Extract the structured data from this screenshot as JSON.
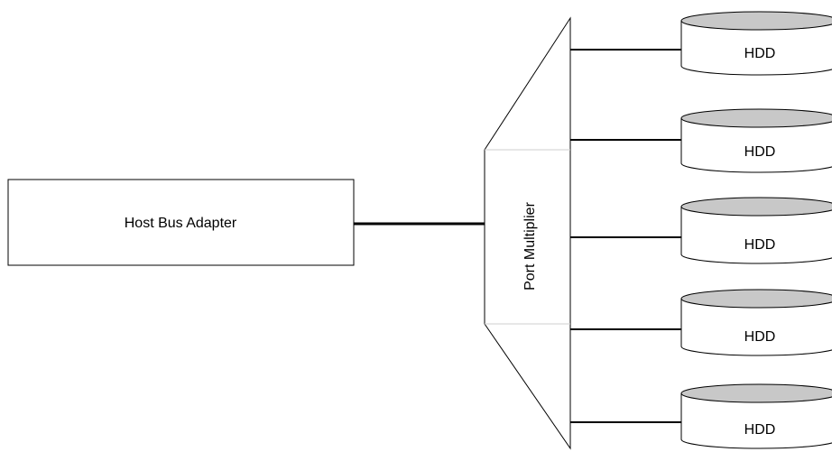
{
  "host": {
    "label": "Host Bus Adapter"
  },
  "multiplier": {
    "label": "Port Multiplier"
  },
  "drives": [
    {
      "label": "HDD"
    },
    {
      "label": "HDD"
    },
    {
      "label": "HDD"
    },
    {
      "label": "HDD"
    },
    {
      "label": "HDD"
    }
  ],
  "colors": {
    "stroke": "#000000",
    "disk_top": "#c8c8c8",
    "background": "#ffffff"
  }
}
